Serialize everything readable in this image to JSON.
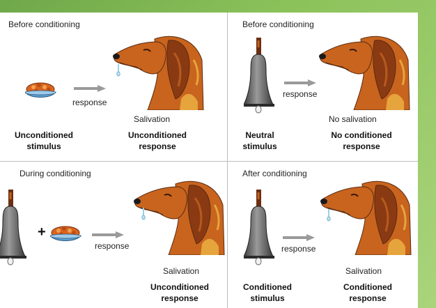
{
  "panels": [
    {
      "title": "Before conditioning",
      "stimulus_label": "Unconditioned\nstimulus",
      "arrow_label": "response",
      "result": "Salivation",
      "response_label": "Unconditioned\nresponse"
    },
    {
      "title": "Before conditioning",
      "stimulus_label": "Neutral\nstimulus",
      "arrow_label": "response",
      "result": "No salivation",
      "response_label": "No conditioned\nresponse"
    },
    {
      "title": "During conditioning",
      "plus": "+",
      "arrow_label": "response",
      "result": "Salivation",
      "response_label": "Unconditioned\nresponse"
    },
    {
      "title": "After conditioning",
      "stimulus_label": "Conditioned\nstimulus",
      "arrow_label": "response",
      "result": "Salivation",
      "response_label": "Conditioned\nresponse"
    }
  ],
  "icons": {
    "food": "food-bowl-icon",
    "bell": "bell-icon",
    "dog": "dog-head-icon",
    "arrow": "arrow-right-icon"
  },
  "colors": {
    "dog_main": "#c8641e",
    "dog_dark": "#8a3a12",
    "dog_light": "#e6a43c",
    "bell": "#6e6e6e",
    "bowl": "#5f9fd0",
    "food": "#d9641e",
    "frame": "#8cc25a"
  }
}
